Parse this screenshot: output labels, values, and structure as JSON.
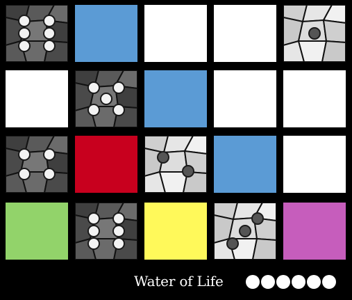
{
  "board": {
    "rows": [
      [
        {
          "kind": "stone",
          "variant": "dark",
          "pips": 6,
          "pip_color": "white"
        },
        {
          "kind": "color",
          "name": "blue",
          "color": "#5b9bd5"
        },
        {
          "kind": "color",
          "name": "white",
          "color": "#ffffff"
        },
        {
          "kind": "color",
          "name": "white",
          "color": "#ffffff"
        },
        {
          "kind": "stone",
          "variant": "light",
          "pips": 1,
          "pip_color": "dark"
        }
      ],
      [
        {
          "kind": "color",
          "name": "white",
          "color": "#ffffff"
        },
        {
          "kind": "stone",
          "variant": "dark",
          "pips": 5,
          "pip_color": "white"
        },
        {
          "kind": "color",
          "name": "blue",
          "color": "#5b9bd5"
        },
        {
          "kind": "color",
          "name": "white",
          "color": "#ffffff"
        },
        {
          "kind": "color",
          "name": "white",
          "color": "#ffffff"
        }
      ],
      [
        {
          "kind": "stone",
          "variant": "dark",
          "pips": 4,
          "pip_color": "white"
        },
        {
          "kind": "color",
          "name": "red",
          "color": "#c8001e"
        },
        {
          "kind": "stone",
          "variant": "light",
          "pips": 2,
          "pip_color": "dark"
        },
        {
          "kind": "color",
          "name": "blue",
          "color": "#5b9bd5"
        },
        {
          "kind": "color",
          "name": "white",
          "color": "#ffffff"
        }
      ],
      [
        {
          "kind": "color",
          "name": "green",
          "color": "#92d36a"
        },
        {
          "kind": "stone",
          "variant": "dark",
          "pips": 6,
          "pip_color": "white"
        },
        {
          "kind": "color",
          "name": "yellow",
          "color": "#fff95a"
        },
        {
          "kind": "stone",
          "variant": "light",
          "pips": 3,
          "pip_color": "dark"
        },
        {
          "kind": "color",
          "name": "purple",
          "color": "#c65dbc"
        }
      ]
    ]
  },
  "footer": {
    "title": "Water of Life",
    "favor_count": 6
  },
  "colors": {
    "background": "#000000",
    "stone_dark": "#4d4d4d",
    "stone_light": "#d9d9d9",
    "pip_white": "#f3f3f3",
    "pip_dark": "#555555"
  }
}
